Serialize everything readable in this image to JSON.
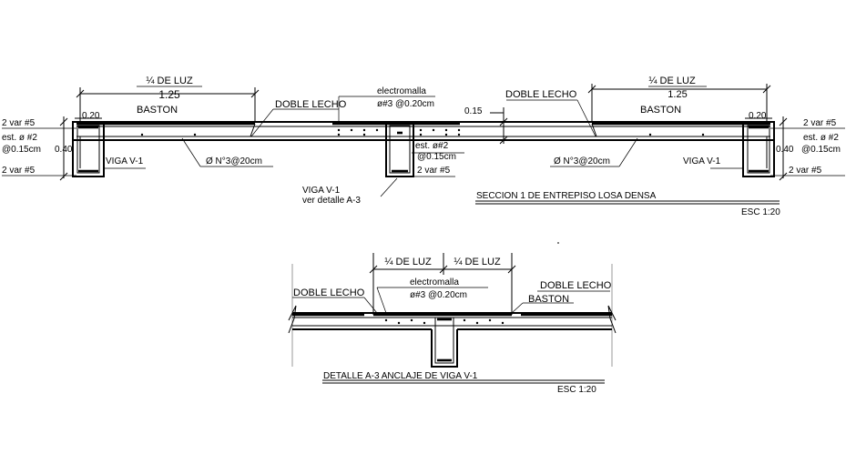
{
  "section1": {
    "frac_luz_left": "¼ DE LUZ",
    "dim_left": "1.25",
    "frac_luz_right": "¼ DE LUZ",
    "dim_right": "1.25",
    "baston_left": "BASTON",
    "baston_right": "BASTON",
    "doble_lecho_left": "DOBLE LECHO",
    "doble_lecho_right": "DOBLE LECHO",
    "electromalla": "electromalla",
    "electromalla_spec": "ø#3 @0.20cm",
    "dim_015": "0.15",
    "dim_020_left": "0.20",
    "dim_020_right": "0.20",
    "left_2var_top": "2 var #5",
    "left_est": "est.  ø #2",
    "left_spacing": "@0.15cm",
    "left_040": "0.40",
    "left_2var_bottom": "2 var #5",
    "right_2var_top": "2 var #5",
    "right_est": "est.  ø #2",
    "right_spacing": "@0.15cm",
    "right_040": "0.40",
    "right_2var_bottom": "2 var #5",
    "center_est": "est.  ø#2",
    "center_spacing": "@0.15cm",
    "center_2var": "2 var #5",
    "viga_left": "VIGA V-1",
    "viga_right": "VIGA V-1",
    "rebar_left": "Ø N°3@20cm",
    "rebar_right": "Ø N°3@20cm",
    "viga_center": "VIGA V-1",
    "ver_detalle": "ver detalle A-3",
    "title": "SECCION 1 DE ENTREPISO LOSA DENSA",
    "scale": "ESC 1:20"
  },
  "detail": {
    "frac_luz_left": "¼ DE LUZ",
    "frac_luz_right": "¼ DE LUZ",
    "electromalla": "electromalla",
    "electromalla_spec": "ø#3 @0.20cm",
    "doble_lecho_left": "DOBLE LECHO",
    "doble_lecho_right": "DOBLE LECHO",
    "baston": "BASTON",
    "title": "DETALLE A-3 ANCLAJE DE VIGA V-1",
    "scale": "ESC 1:20"
  }
}
